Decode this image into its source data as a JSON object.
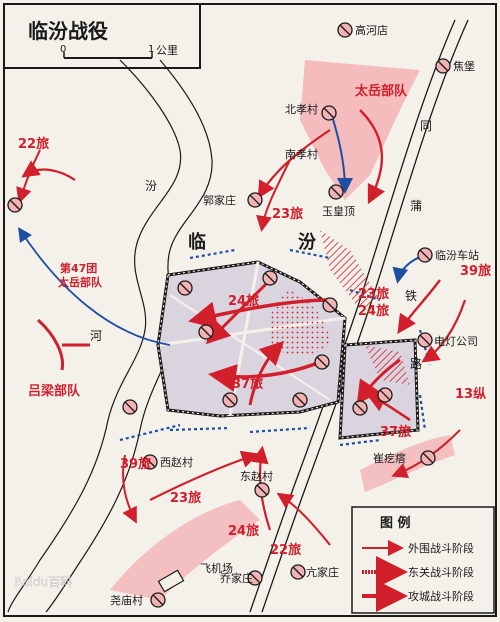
{
  "title": "临汾战役",
  "scale": {
    "start": "0",
    "end": "1",
    "unit": "公里"
  },
  "colors": {
    "red": "#d11f2b",
    "pink": "#f3b3b5",
    "blue": "#1f4fa0",
    "ink": "#1a1a1a",
    "cityFill": "#dad4de"
  },
  "places": {
    "gaohedian": "高河店",
    "jiaobao": "焦堡",
    "beixiaocun": "北孝村",
    "nanxiaocun": "南孝村",
    "yuhuangding": "玉皇顶",
    "guojiazhuang": "郭家庄",
    "linfen_lin": "临",
    "linfen_fen": "汾",
    "station": "临汾车站",
    "power": "电灯公司",
    "cuituota": "崔疙瘩",
    "xizhaocun": "西赵村",
    "dongzhaocun": "东赵村",
    "airport": "飞机场",
    "qiaojiazhuang": "乔家庄",
    "yuanjiazhuang": "亢家庄",
    "tiaomiaocun": "尧庙村"
  },
  "rivers": {
    "fen": "汾",
    "he": "河",
    "tongpu": [
      "同",
      "蒲",
      "铁",
      "路"
    ]
  },
  "units": {
    "taiyue": "太岳部队",
    "lvliang": "吕梁部队",
    "r47": "第47团",
    "r47b": "太岳部队",
    "b22_nw": "22旅",
    "b23_n": "23旅",
    "b24_c": "24旅",
    "b23_e": "23旅",
    "b24_e": "24旅",
    "b39_e": "39旅",
    "c13": "13纵",
    "b37_c": "37旅",
    "b37_e": "37旅",
    "b39_sw": "39旅",
    "b23_s": "23旅",
    "b24_s": "24旅",
    "b22_s": "22旅"
  },
  "legend": {
    "title": "图     例",
    "items": [
      {
        "label": "外围战斗阶段"
      },
      {
        "label": "东关战斗阶段"
      },
      {
        "label": "攻城战斗阶段"
      }
    ]
  },
  "watermark": "Baidu百科"
}
